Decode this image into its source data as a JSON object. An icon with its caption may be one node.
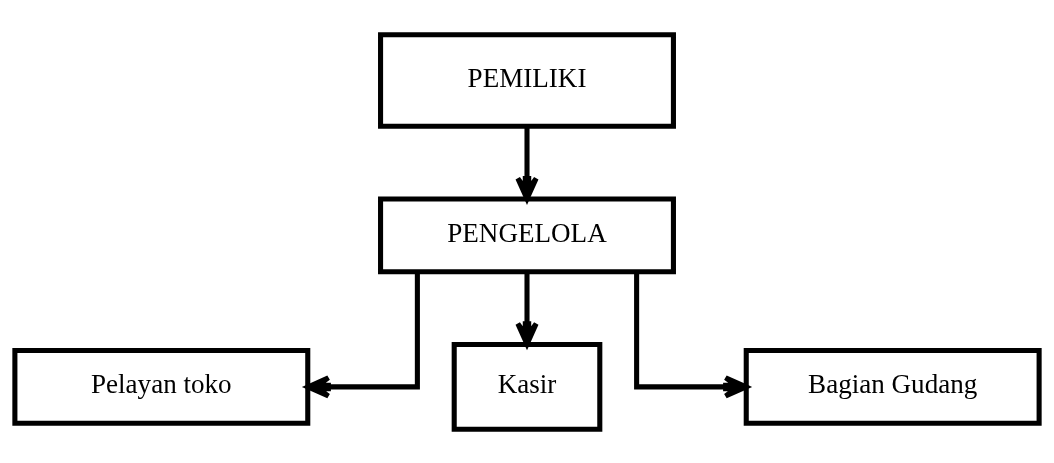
{
  "diagram": {
    "nodes": [
      {
        "text": [
          "PEMILIKI"
        ]
      },
      {
        "text": [
          "PENGELOLA"
        ]
      },
      {
        "text": [
          "Pelayan toko"
        ]
      },
      {
        "text": [
          "Kasir"
        ]
      },
      {
        "text": [
          "Bagian Gudang"
        ]
      }
    ],
    "edges": [
      {
        "from": 0,
        "to": 1,
        "arrow": "to"
      },
      {
        "from": 1,
        "to": 2,
        "arrow": "to"
      },
      {
        "from": 1,
        "to": 3,
        "arrow": "to"
      },
      {
        "from": 1,
        "to": 4,
        "arrow": "to"
      }
    ]
  }
}
